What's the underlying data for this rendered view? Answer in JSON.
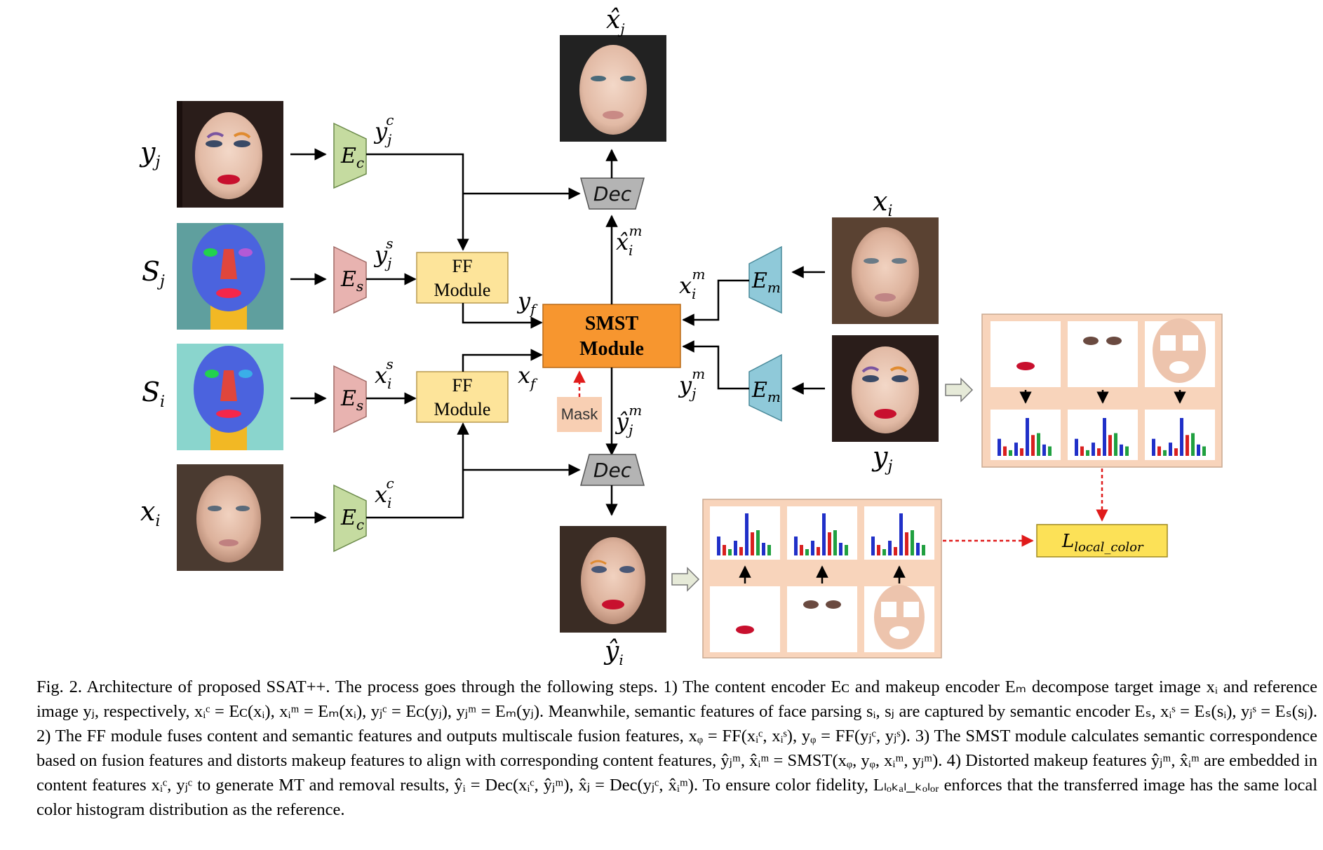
{
  "labels": {
    "yj_left": "y",
    "yj_left_sub": "j",
    "sj_left": "S",
    "sj_left_sub": "j",
    "si_left": "S",
    "si_left_sub": "i",
    "xi_left": "x",
    "xi_left_sub": "i",
    "xi_right": "x",
    "xi_right_sub": "i",
    "yj_right": "y",
    "yj_right_sub": "j",
    "xhat_j": "x̂",
    "xhat_j_sub": "j",
    "yhat_i": "ŷ",
    "yhat_i_sub": "i"
  },
  "arrows": {
    "yjc": "y",
    "yjc_sub": "j",
    "yjc_sup": "c",
    "yjs": "y",
    "yjs_sub": "j",
    "yjs_sup": "s",
    "xis": "x",
    "xis_sub": "i",
    "xis_sup": "s",
    "xic": "x",
    "xic_sub": "i",
    "xic_sup": "c",
    "yf": "y",
    "yf_sub": "f",
    "xf": "x",
    "xf_sub": "f",
    "xim": "x",
    "xim_sub": "i",
    "xim_sup": "m",
    "yjm": "y",
    "yjm_sub": "j",
    "yjm_sup": "m",
    "xhatim": "x̂",
    "xhatim_sub": "i",
    "xhatim_sup": "m",
    "yhatjm": "ŷ",
    "yhatjm_sub": "j",
    "yhatjm_sup": "m"
  },
  "modules": {
    "ec": "E",
    "ec_sub": "c",
    "es": "E",
    "es_sub": "s",
    "em": "E",
    "em_sub": "m",
    "ff_line1": "FF",
    "ff_line2": "Module",
    "smst_line1": "SMST",
    "smst_line2": "Module",
    "mask": "Mask",
    "dec": "Dec",
    "loss": "L",
    "loss_sub": "local_color"
  },
  "caption": "Fig. 2.   Architecture of proposed SSAT++. The process goes through the following steps. 1) The content encoder Eᴄ and makeup encoder Eₘ decompose target image xᵢ and reference image yⱼ, respectively, xᵢᶜ = Eᴄ(xᵢ), xᵢᵐ = Eₘ(xᵢ), yⱼᶜ = Eᴄ(yⱼ), yⱼᵐ = Eₘ(yⱼ). Meanwhile, semantic features of face parsing sᵢ, sⱼ are captured by semantic encoder Eₛ, xᵢˢ = Eₛ(sᵢ), yⱼˢ = Eₛ(sⱼ). 2) The FF module fuses content and semantic features and outputs multiscale fusion features, xᵩ = FF(xᵢᶜ, xᵢˢ), yᵩ = FF(yⱼᶜ, yⱼˢ). 3) The SMST module calculates semantic correspondence based on fusion features and distorts makeup features to align with corresponding content features, ŷⱼᵐ, x̂ᵢᵐ = SMST(xᵩ, yᵩ, xᵢᵐ, yⱼᵐ). 4) Distorted makeup features ŷⱼᵐ, x̂ᵢᵐ are embedded in content features xᵢᶜ, yⱼᶜ to generate MT and removal results, ŷᵢ = Dec(xᵢᶜ, ŷⱼᵐ), x̂ⱼ = Dec(yⱼᶜ, x̂ᵢᵐ). To ensure color fidelity, Lₗₒₖₐₗ_ₖₒₗₒᵣ enforces that the transferred image has the same local color histogram distribution as the reference.",
  "colors": {
    "ec_fill": "#c5dba0",
    "es_fill": "#e8b3b0",
    "em_fill": "#8fc9d9",
    "ff_fill": "#fde49a",
    "smst_fill": "#f7962f",
    "mask_fill": "#f8cfb3",
    "dec_fill": "#b4b4b4",
    "panel_fill": "#f8d4bb",
    "loss_fill": "#fce157",
    "red_arrow": "#e01b1b",
    "hist_blue": "#2030c8",
    "hist_red": "#d82020",
    "hist_green": "#20a040"
  }
}
